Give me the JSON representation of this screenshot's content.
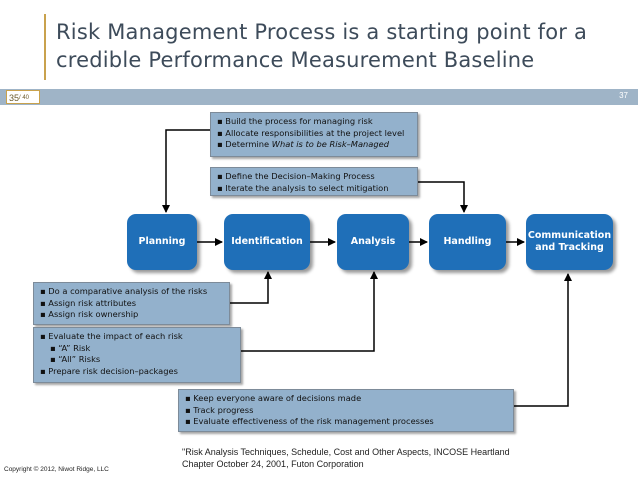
{
  "slide": {
    "title_line1": "Risk Management Process is a starting point for a",
    "title_line2": "credible Performance Measurement Baseline",
    "slide_num": "35",
    "slide_total": "/ 40",
    "page_num": "37"
  },
  "notes": {
    "top1": [
      "Build the process for managing risk",
      "Allocate responsibilities at the project level",
      "Determine "
    ],
    "top1_emph": "What is to be Risk–Managed",
    "top2": [
      "Define the Decision–Making Process",
      "Iterate the analysis to select mitigation"
    ],
    "mid1": [
      "Do a comparative analysis of the risks",
      "Assign risk attributes",
      "Assign risk ownership"
    ],
    "mid2_lead": "Evaluate the impact of each risk",
    "mid2_subs": [
      "“A” Risk",
      "“All” Risks"
    ],
    "mid2_last": "Prepare risk decision–packages",
    "bottom": [
      "Keep everyone aware of decisions made",
      "Track progress",
      "Evaluate effectiveness of the risk management processes"
    ]
  },
  "process": {
    "planning": "Planning",
    "identification": "Identification",
    "analysis": "Analysis",
    "handling": "Handling",
    "communication": "Communication and Tracking"
  },
  "footer": {
    "citation_line1": "\"Risk Analysis Techniques, Schedule, Cost and Other Aspects, INCOSE Heartland",
    "citation_line2": "Chapter October 24, 2001, Futon Corporation",
    "copyright": "Copyright © 2012, Niwot Ridge, LLC"
  },
  "colors": {
    "process_box": "#1f6fb8",
    "note_box": "#93b1cc",
    "accent_band": "#9fb4c7",
    "title_text": "#3d4b5a"
  }
}
